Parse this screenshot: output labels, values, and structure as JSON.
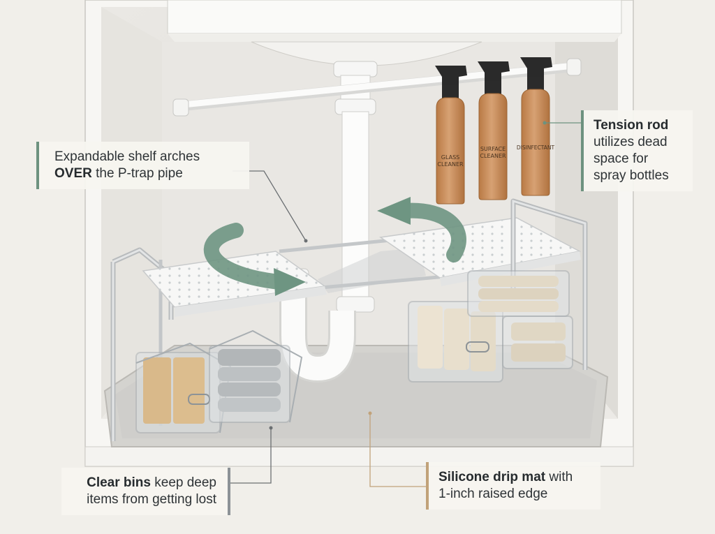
{
  "callouts": {
    "shelf": {
      "line1": "Expandable shelf arches",
      "line2_bold": "OVER",
      "line2_rest": " the P-trap pipe"
    },
    "rod": {
      "bold": "Tension rod",
      "line2": "utilizes dead",
      "line3": "space for",
      "line4": "spray bottles"
    },
    "bins": {
      "bold": "Clear bins",
      "rest": " keep deep",
      "line2": "items from getting lost"
    },
    "mat": {
      "bold": "Silicone drip mat",
      "rest": " with",
      "line2": "1-inch raised edge"
    }
  },
  "bottles": [
    {
      "label_line1": "GLASS",
      "label_line2": "CLEANER"
    },
    {
      "label_line1": "SURFACE",
      "label_line2": "CLEANER"
    },
    {
      "label_line1": "DISINFECTANT",
      "label_line2": ""
    }
  ],
  "colors": {
    "accent_green": "#6d927f",
    "accent_gold": "#c1a27a",
    "accent_gray": "#8c9296",
    "bottle_amber": "#c48a56"
  }
}
